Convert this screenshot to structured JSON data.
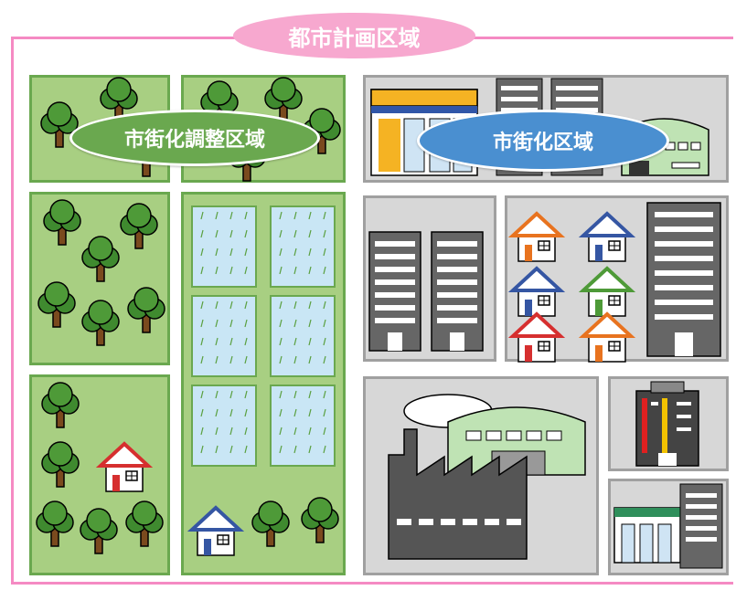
{
  "title": "都市計画区域",
  "zones": {
    "urbanization_control": "市街化調整区域",
    "urbanization_promotion": "市街化区域"
  },
  "colors": {
    "frame": "#f58ac3",
    "title_pill": "#f7a8cf",
    "control_zone": "#a8cf82",
    "promotion_zone": "#d7d7d7",
    "control_label": "#6aa84f",
    "promotion_label": "#4a8fd0"
  },
  "icons": [
    "tree-icon",
    "house-icon",
    "paddy-field-icon",
    "apartment-building-icon",
    "convenience-store-icon",
    "factory-icon",
    "warehouse-icon",
    "hotel-icon",
    "shop-icon"
  ]
}
